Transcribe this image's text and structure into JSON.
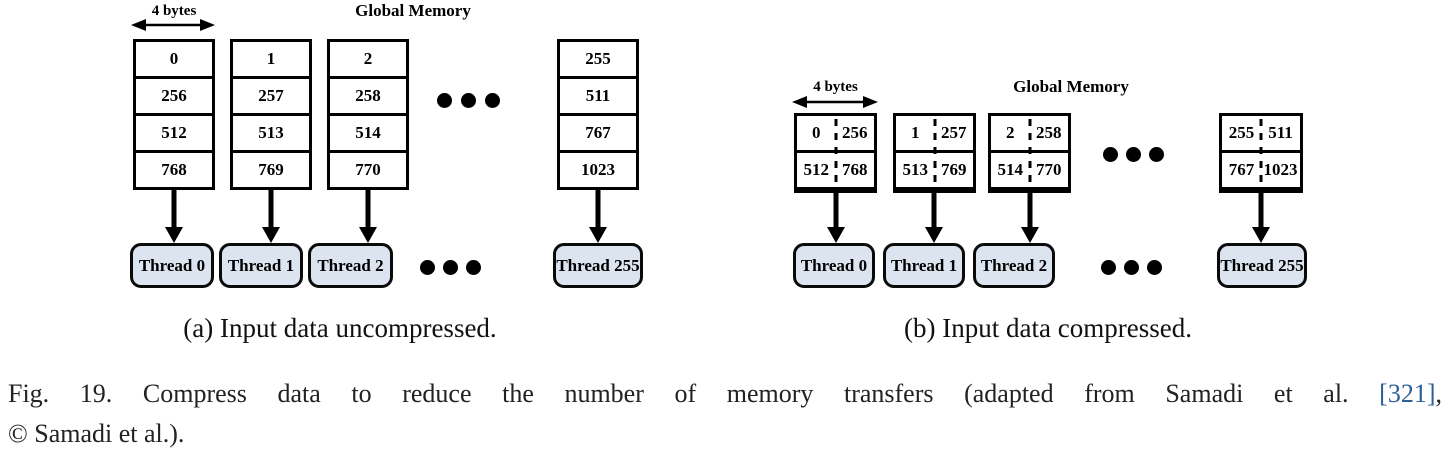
{
  "figure": {
    "subfigures": [
      {
        "bytes_label": "4 bytes",
        "title": "Global Memory",
        "caption": "(a) Input data uncompressed.",
        "columns": [
          [
            "0",
            "256",
            "512",
            "768"
          ],
          [
            "1",
            "257",
            "513",
            "769"
          ],
          [
            "2",
            "258",
            "514",
            "770"
          ],
          [
            "255",
            "511",
            "767",
            "1023"
          ]
        ],
        "threads": [
          "Thread 0",
          "Thread 1",
          "Thread 2",
          "Thread 255"
        ]
      },
      {
        "bytes_label": "4 bytes",
        "title": "Global Memory",
        "caption": "(b) Input data compressed.",
        "boxes": [
          [
            [
              "0",
              "256"
            ],
            [
              "512",
              "768"
            ]
          ],
          [
            [
              "1",
              "257"
            ],
            [
              "513",
              "769"
            ]
          ],
          [
            [
              "2",
              "258"
            ],
            [
              "514",
              "770"
            ]
          ],
          [
            [
              "255",
              "511"
            ],
            [
              "767",
              "1023"
            ]
          ]
        ],
        "threads": [
          "Thread 0",
          "Thread 1",
          "Thread 2",
          "Thread 255"
        ]
      }
    ],
    "caption": {
      "line1_before_ref": "Fig. 19. Compress data to reduce the number of memory transfers (adapted from Samadi et al. ",
      "ref": "[321]",
      "line1_after_ref": ",",
      "line2": "© Samadi et al.)."
    },
    "colors": {
      "thread_fill": "#dce4f0",
      "ref_link": "#2c5e98"
    }
  }
}
